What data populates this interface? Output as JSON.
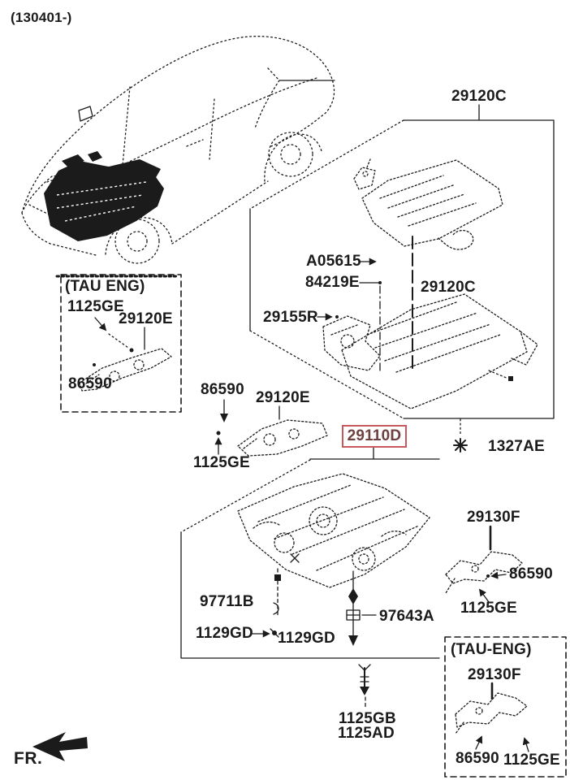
{
  "page": {
    "revision_code": "(130401-)",
    "front_marker": "FR."
  },
  "colors": {
    "ink": "#1b1b1b",
    "highlight_border": "#c7595c",
    "highlight_text": "#6e4040"
  },
  "icons": {
    "fastener_star": "eight-spoke-asterisk",
    "front_direction": "bold-left-arrow",
    "bolt_screw": "screw-with-arrow"
  },
  "assembly": {
    "part_top": "29120C",
    "part_inner": "29120C",
    "clip": "A05615",
    "cover_shield": "84219E",
    "bracket": "29155R"
  },
  "tau_left": {
    "title": "(TAU ENG)",
    "bolt": "1125GE",
    "side_cover": "29120E",
    "bracket": "86590"
  },
  "mid": {
    "bracket": "86590",
    "side_cover": "29120E",
    "bolt": "1125GE"
  },
  "main": {
    "under_cover": "29110D",
    "retainer": "1327AE"
  },
  "fasteners": {
    "plug": "97711B",
    "bolt_a": "1129GD",
    "bolt_b": "1129GD",
    "clip": "97643A",
    "screw_a": "1125GB",
    "screw_b": "1125AD"
  },
  "right": {
    "side_cover": "29130F",
    "bracket": "86590",
    "bolt": "1125GE"
  },
  "tau_right": {
    "title": "(TAU-ENG)",
    "side_cover": "29130F",
    "bracket": "86590",
    "bolt": "1125GE"
  }
}
